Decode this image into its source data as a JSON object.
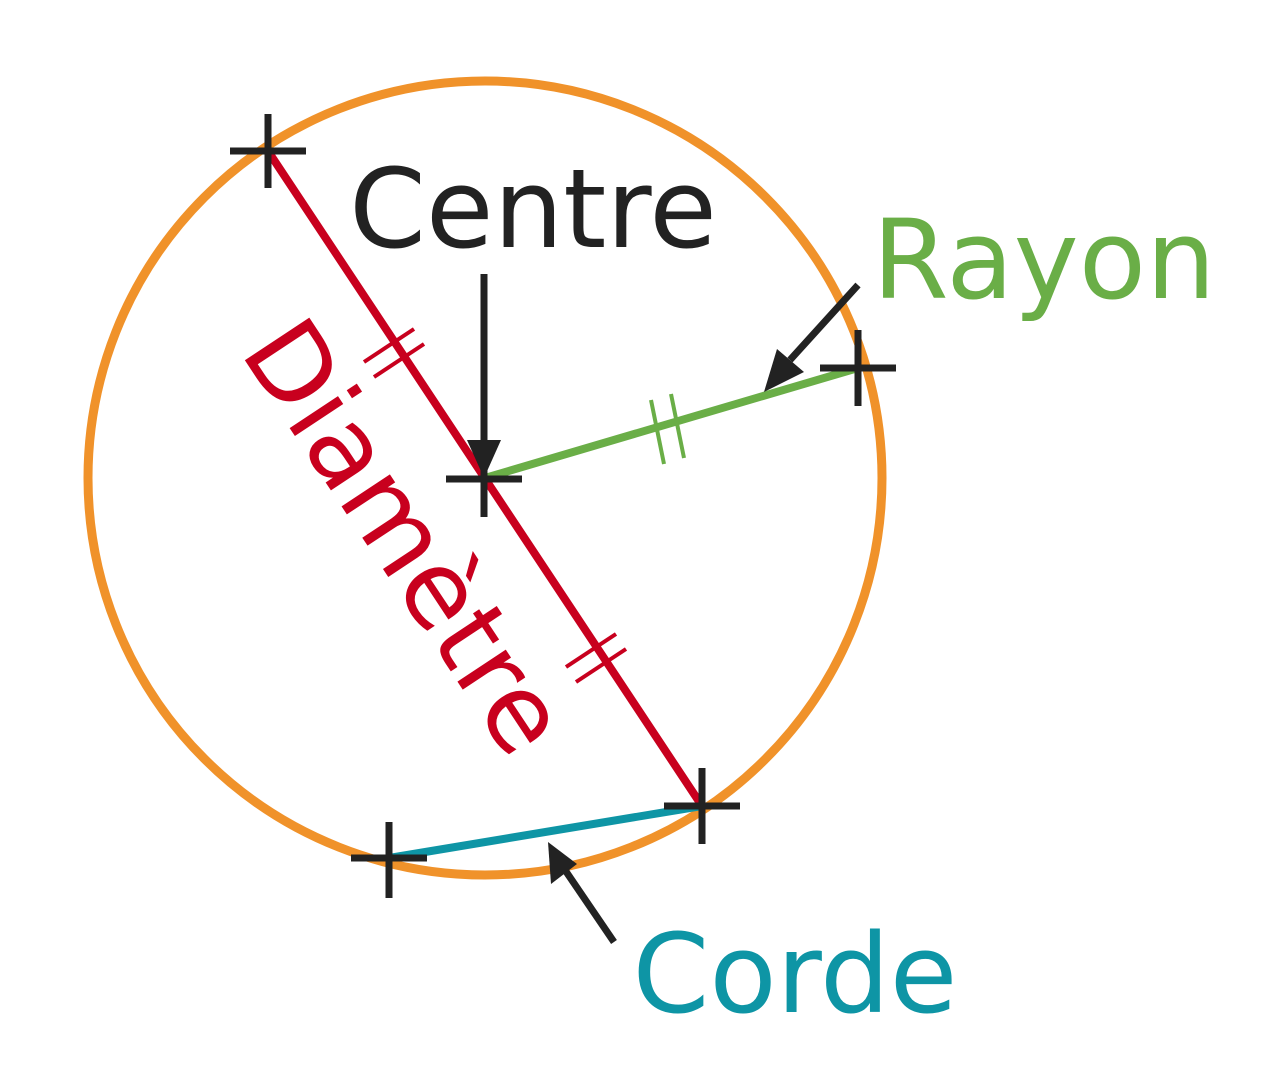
{
  "labels": {
    "centre": "Centre",
    "rayon": "Rayon",
    "diametre": "Diamètre",
    "corde": "Corde"
  },
  "colors": {
    "circle": "#F0922A",
    "diameter": "#C8001E",
    "radius": "#6AAE47",
    "chord": "#0E95A5",
    "marks": "#222222",
    "background": "#FFFFFF"
  }
}
